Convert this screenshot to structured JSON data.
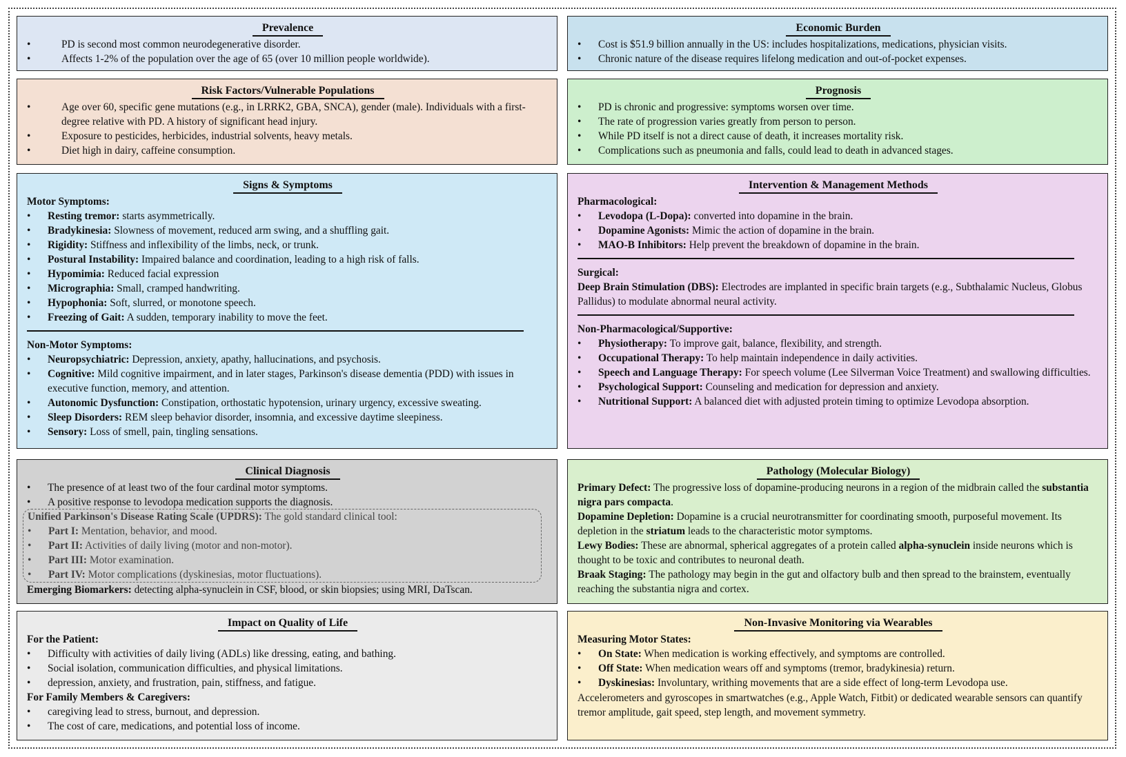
{
  "colors": {
    "prevalence": "#dde6f3",
    "economic": "#c8e1ee",
    "risk": "#f4e0d3",
    "prognosis": "#cdefcd",
    "signs": "#cfe9f6",
    "intervention": "#ecd4ee",
    "diagnosis": "#d2d2d2",
    "pathology": "#d9efcd",
    "quality": "#ebebeb",
    "wearables": "#fbefcc"
  },
  "prevalence": {
    "title": "Prevalence",
    "bullets": [
      "PD is second most common neurodegenerative disorder.",
      "Affects 1-2% of the population over the age of 65 (over 10 million people worldwide)."
    ]
  },
  "economic": {
    "title": "Economic Burden",
    "bullets": [
      "Cost is $51.9 billion annually in the US: includes hospitalizations, medications, physician visits.",
      "Chronic nature of the disease requires lifelong medication and out-of-pocket expenses."
    ]
  },
  "risk": {
    "title": "Risk Factors/Vulnerable Populations",
    "bullets": [
      "Age over 60, specific gene mutations (e.g., in LRRK2, GBA, SNCA), gender (male). Individuals with a first-degree relative with PD. A history of significant head injury.",
      "Exposure to pesticides, herbicides, industrial solvents, heavy metals.",
      "Diet high in dairy, caffeine consumption."
    ]
  },
  "prognosis": {
    "title": "Prognosis",
    "bullets": [
      "PD is chronic and progressive: symptoms worsen over time.",
      "The rate of progression varies greatly from person to person.",
      "While PD itself is not a direct cause of death, it increases mortality risk.",
      "Complications such as pneumonia and falls, could lead to death in advanced stages."
    ]
  },
  "signs": {
    "title": "Signs & Symptoms",
    "motor_heading": "Motor Symptoms:",
    "motor": [
      {
        "lead": "Resting tremor:",
        "text": " starts asymmetrically."
      },
      {
        "lead": "Bradykinesia:",
        "text": " Slowness of movement, reduced arm swing, and a shuffling gait."
      },
      {
        "lead": "Rigidity:",
        "text": " Stiffness and inflexibility of the limbs, neck, or trunk."
      },
      {
        "lead": "Postural Instability:",
        "text": " Impaired balance and coordination, leading to a high risk of falls."
      },
      {
        "lead": "Hypomimia:",
        "text": " Reduced facial expression"
      },
      {
        "lead": "Micrographia:",
        "text": " Small, cramped handwriting."
      },
      {
        "lead": "Hypophonia:",
        "text": " Soft, slurred, or monotone speech."
      },
      {
        "lead": "Freezing of Gait:",
        "text": " A sudden, temporary inability to move the feet."
      }
    ],
    "nonmotor_heading": "Non-Motor Symptoms:",
    "nonmotor": [
      {
        "lead": "Neuropsychiatric:",
        "text": " Depression, anxiety, apathy, hallucinations, and psychosis."
      },
      {
        "lead": "Cognitive:",
        "text": " Mild cognitive impairment, and in later stages, Parkinson's disease dementia (PDD) with issues in executive function, memory, and attention."
      },
      {
        "lead": "Autonomic Dysfunction:",
        "text": " Constipation, orthostatic hypotension, urinary urgency, excessive sweating."
      },
      {
        "lead": "Sleep Disorders:",
        "text": " REM sleep behavior disorder, insomnia, and excessive daytime sleepiness."
      },
      {
        "lead": "Sensory:",
        "text": " Loss of smell, pain, tingling sensations."
      }
    ]
  },
  "intervention": {
    "title": "Intervention & Management Methods",
    "pharm_heading": "Pharmacological:",
    "pharm": [
      {
        "lead": "Levodopa (L-Dopa):",
        "text": " converted into dopamine in the brain."
      },
      {
        "lead": "Dopamine Agonists:",
        "text": " Mimic the action of dopamine in the brain."
      },
      {
        "lead": "MAO-B Inhibitors:",
        "text": " Help prevent the breakdown of dopamine in the brain."
      }
    ],
    "surgical_heading": "Surgical:",
    "surgical_lead": "Deep Brain Stimulation (DBS):",
    "surgical_text": " Electrodes are implanted in specific brain targets (e.g., Subthalamic Nucleus, Globus Pallidus) to modulate abnormal neural activity.",
    "nonpharm_heading": "Non-Pharmacological/Supportive:",
    "nonpharm": [
      {
        "lead": "Physiotherapy:",
        "text": " To improve gait, balance, flexibility, and strength."
      },
      {
        "lead": "Occupational Therapy:",
        "text": " To help maintain independence in daily activities."
      },
      {
        "lead": "Speech and Language Therapy:",
        "text": " For speech volume (Lee Silverman Voice Treatment) and swallowing difficulties."
      },
      {
        "lead": "Psychological Support:",
        "text": " Counseling and medication for depression and anxiety."
      },
      {
        "lead": "Nutritional Support:",
        "text": " A balanced diet with adjusted protein timing to optimize Levodopa absorption."
      }
    ]
  },
  "diagnosis": {
    "title": "Clinical Diagnosis",
    "bullets": [
      "The presence of at least two of the four cardinal motor symptoms.",
      "A positive response to levodopa medication supports the diagnosis."
    ],
    "updrs_lead": "Unified Parkinson's Disease Rating Scale (UPDRS):",
    "updrs_text": " The gold standard clinical tool:",
    "updrs_parts": [
      {
        "lead": "Part I:",
        "text": " Mentation, behavior, and mood."
      },
      {
        "lead": "Part II:",
        "text": " Activities of daily living (motor and non-motor)."
      },
      {
        "lead": "Part III:",
        "text": " Motor examination."
      },
      {
        "lead": "Part IV:",
        "text": " Motor complications (dyskinesias, motor fluctuations)."
      }
    ],
    "biomarkers_lead": "Emerging Biomarkers:",
    "biomarkers_text": " detecting alpha-synuclein in CSF, blood, or skin biopsies; using MRI, DaTscan."
  },
  "pathology": {
    "title": "Pathology (Molecular Biology)",
    "p1_lead": "Primary Defect:",
    "p1_text": " The progressive loss of dopamine-producing neurons in a region of the midbrain called the ",
    "p1_bold": "substantia nigra pars compacta",
    "p1_end": ".",
    "p2_lead": "Dopamine Depletion:",
    "p2_text": " Dopamine is a crucial neurotransmitter for coordinating smooth, purposeful movement. Its depletion in the ",
    "p2_bold": "striatum",
    "p2_end": " leads to the characteristic motor symptoms.",
    "p3_lead": "Lewy Bodies:",
    "p3_text": " These are abnormal, spherical aggregates of a protein called ",
    "p3_bold": "alpha-synuclein",
    "p3_end": " inside neurons which is thought to be toxic and contributes to neuronal death.",
    "p4_lead": "Braak Staging:",
    "p4_text": " The pathology may begin in the gut and olfactory bulb and then spread to the brainstem, eventually reaching the substantia nigra and cortex."
  },
  "quality": {
    "title": "Impact on Quality of Life",
    "patient_heading": "For the Patient:",
    "patient": [
      "Difficulty with activities of daily living (ADLs) like dressing, eating, and bathing.",
      "Social isolation, communication difficulties, and physical limitations.",
      "depression, anxiety, and frustration, pain, stiffness, and fatigue."
    ],
    "family_heading": "For Family Members & Caregivers:",
    "family": [
      "caregiving lead to stress, burnout, and depression.",
      "The cost of care, medications, and potential loss of income."
    ]
  },
  "wearables": {
    "title": "Non-Invasive Monitoring via Wearables",
    "heading": "Measuring Motor States:",
    "items": [
      {
        "lead": "On State:",
        "text": " When medication is working effectively, and symptoms are controlled."
      },
      {
        "lead": "Off State:",
        "text": " When medication wears off and symptoms (tremor, bradykinesia) return."
      },
      {
        "lead": "Dyskinesias:",
        "text": " Involuntary, writhing movements that are a side effect of long-term Levodopa use."
      }
    ],
    "note": "Accelerometers and gyroscopes in smartwatches (e.g., Apple Watch, Fitbit) or dedicated wearable sensors can quantify tremor amplitude, gait speed, step length, and movement symmetry."
  }
}
